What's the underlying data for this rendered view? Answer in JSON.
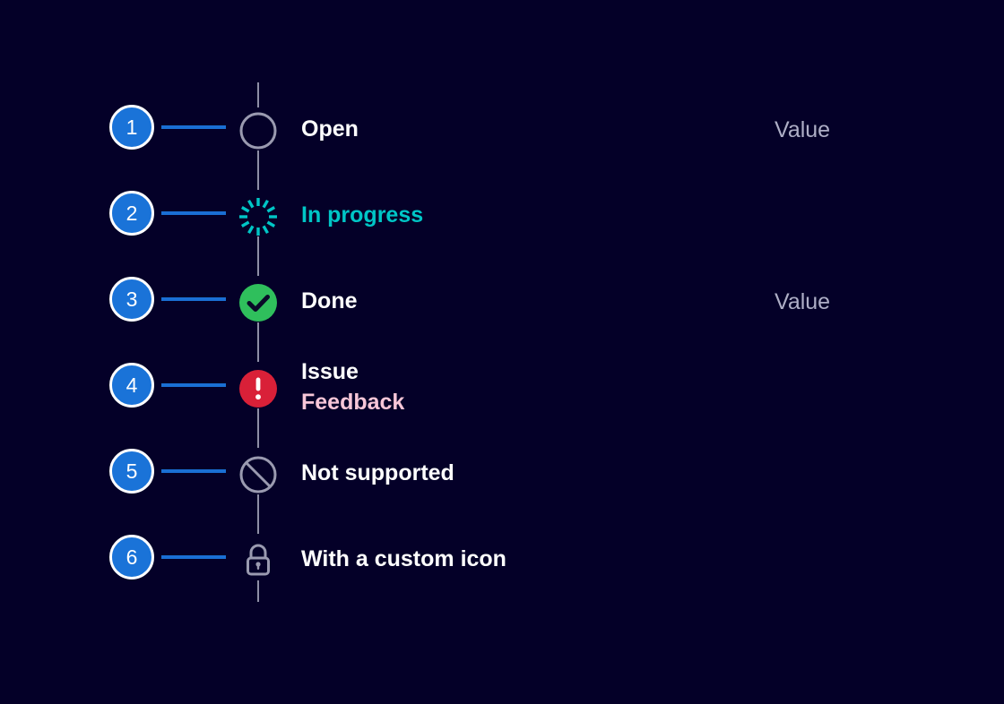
{
  "theme": {
    "background": "#040028",
    "badge_fill": "#1a73d8",
    "badge_ring": "#ffffff",
    "connector": "#1a6fd4",
    "axis": "#8e8ea6",
    "label": "#ffffff",
    "value": "#aeaec6",
    "progress_accent": "#00c6c6",
    "done_accent": "#2fbf5c",
    "issue_accent": "#d92038",
    "feedback_accent": "#f7c6d8",
    "neutral_icon": "#9a9ab0"
  },
  "timeline": {
    "rows": [
      {
        "number": "1",
        "icon": "open-circle-icon",
        "label": "Open",
        "sublabel": "",
        "value": "Value"
      },
      {
        "number": "2",
        "icon": "spinner-in-progress-icon",
        "label": "In progress",
        "sublabel": "",
        "value": ""
      },
      {
        "number": "3",
        "icon": "check-circle-done-icon",
        "label": "Done",
        "sublabel": "",
        "value": "Value"
      },
      {
        "number": "4",
        "icon": "exclamation-circle-issue-icon",
        "label": "Issue",
        "sublabel": "Feedback",
        "value": ""
      },
      {
        "number": "5",
        "icon": "blocked-not-supported-icon",
        "label": "Not supported",
        "sublabel": "",
        "value": ""
      },
      {
        "number": "6",
        "icon": "lock-custom-icon",
        "label": "With a custom icon",
        "sublabel": "",
        "value": ""
      }
    ]
  }
}
